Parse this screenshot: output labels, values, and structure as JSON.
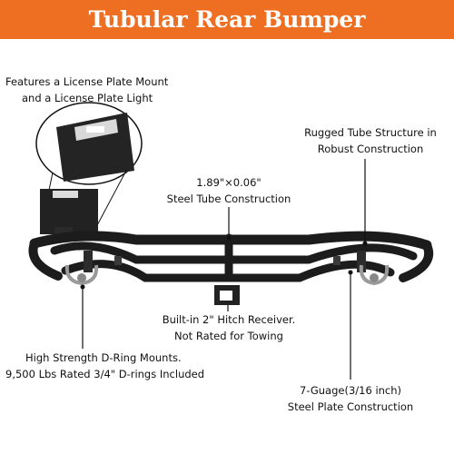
{
  "title": "Tubular Rear Bumper",
  "colors": {
    "banner": "#ee6f22",
    "banner_text": "#ffffff",
    "steel": "#1c1c1c",
    "leader_line": "#111111"
  },
  "callouts": {
    "license_plate": [
      "Features a License Plate Mount",
      "and a License Plate Light"
    ],
    "rugged_tube": [
      "Rugged Tube Structure in",
      "Robust Construction"
    ],
    "steel_tube": [
      "1.89\"×0.06\"",
      "Steel Tube Construction"
    ],
    "hitch": [
      "Built-in 2\" Hitch Receiver.",
      "Not Rated for Towing"
    ],
    "d_rings": [
      "High Strength D-Ring Mounts.",
      "9,500 Lbs Rated 3/4\" D-rings Included"
    ],
    "steel_plate": [
      "7-Guage(3/16 inch)",
      "Steel Plate Construction"
    ]
  }
}
